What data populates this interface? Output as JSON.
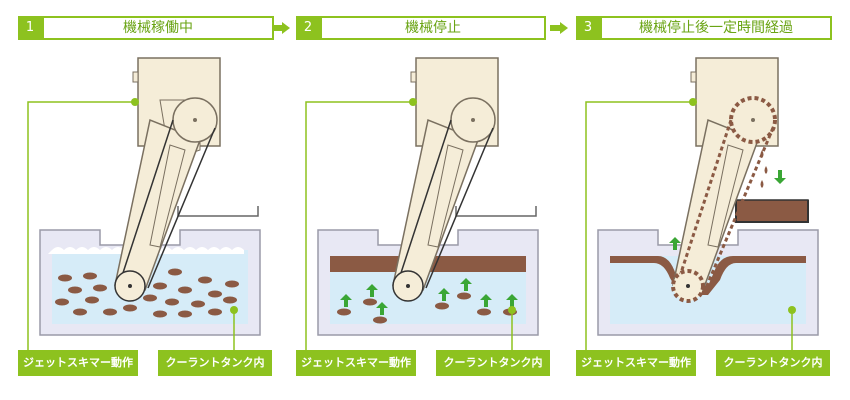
{
  "steps": [
    {
      "number": "1",
      "title": "機械稼働中"
    },
    {
      "number": "2",
      "title": "機械停止"
    },
    {
      "number": "3",
      "title": "機械停止後一定時間経過"
    }
  ],
  "labels": {
    "skimmer": "ジェットスキマー動作",
    "tank": "クーラントタンク内"
  },
  "colors": {
    "accent": "#8dc21f",
    "machine": "#f5edd8",
    "tank_wall": "#e8e8f4",
    "coolant": "#d6ecf8",
    "oil": "#8b5a44",
    "arrow_green": "#3aa635"
  }
}
